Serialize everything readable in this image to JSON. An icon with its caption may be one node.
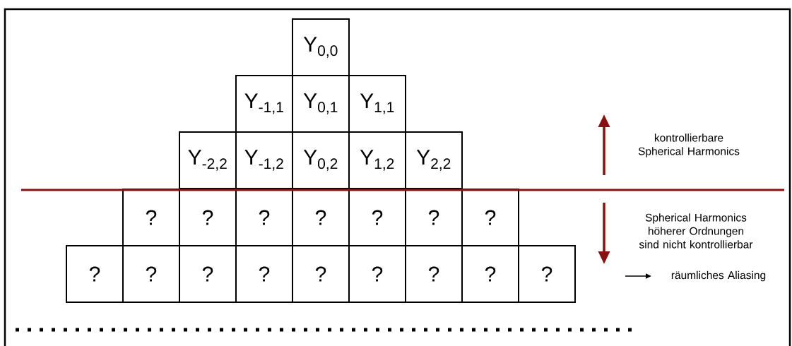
{
  "diagram": {
    "nodes": [
      {
        "text": [
          "Y$_{0,0}$"
        ]
      },
      {
        "text": [
          "Y$_{-1,1}$"
        ]
      },
      {
        "text": [
          "Y$_{0,1}$"
        ]
      },
      {
        "text": [
          "Y$_{1,1}$"
        ]
      },
      {
        "text": [
          "Y$_{-2,2}$"
        ]
      },
      {
        "text": [
          "Y$_{-1,2}$"
        ]
      },
      {
        "text": [
          "Y$_{0,2}$"
        ]
      },
      {
        "text": [
          "Y$_{1,2}$"
        ]
      },
      {
        "text": [
          "Y$_{2,2}$"
        ]
      },
      {
        "text": [
          "?"
        ]
      },
      {
        "text": [
          "?"
        ]
      },
      {
        "text": [
          "?"
        ]
      },
      {
        "text": [
          "?"
        ]
      },
      {
        "text": [
          "?"
        ]
      },
      {
        "text": [
          "?"
        ]
      },
      {
        "text": [
          "?"
        ]
      },
      {
        "text": [
          "?"
        ]
      },
      {
        "text": [
          "?"
        ]
      },
      {
        "text": [
          "?"
        ]
      },
      {
        "text": [
          "?"
        ]
      },
      {
        "text": [
          "?"
        ]
      },
      {
        "text": [
          "?"
        ]
      },
      {
        "text": [
          "?"
        ]
      },
      {
        "text": [
          "?"
        ]
      },
      {
        "text": [
          "?"
        ]
      }
    ],
    "labels": [
      "kontrollierbare Spherical Harmonics",
      "Spherical Harmonics höherer Ordnungen sind nicht kontrollierbar",
      "räumliches Aliasing"
    ]
  }
}
